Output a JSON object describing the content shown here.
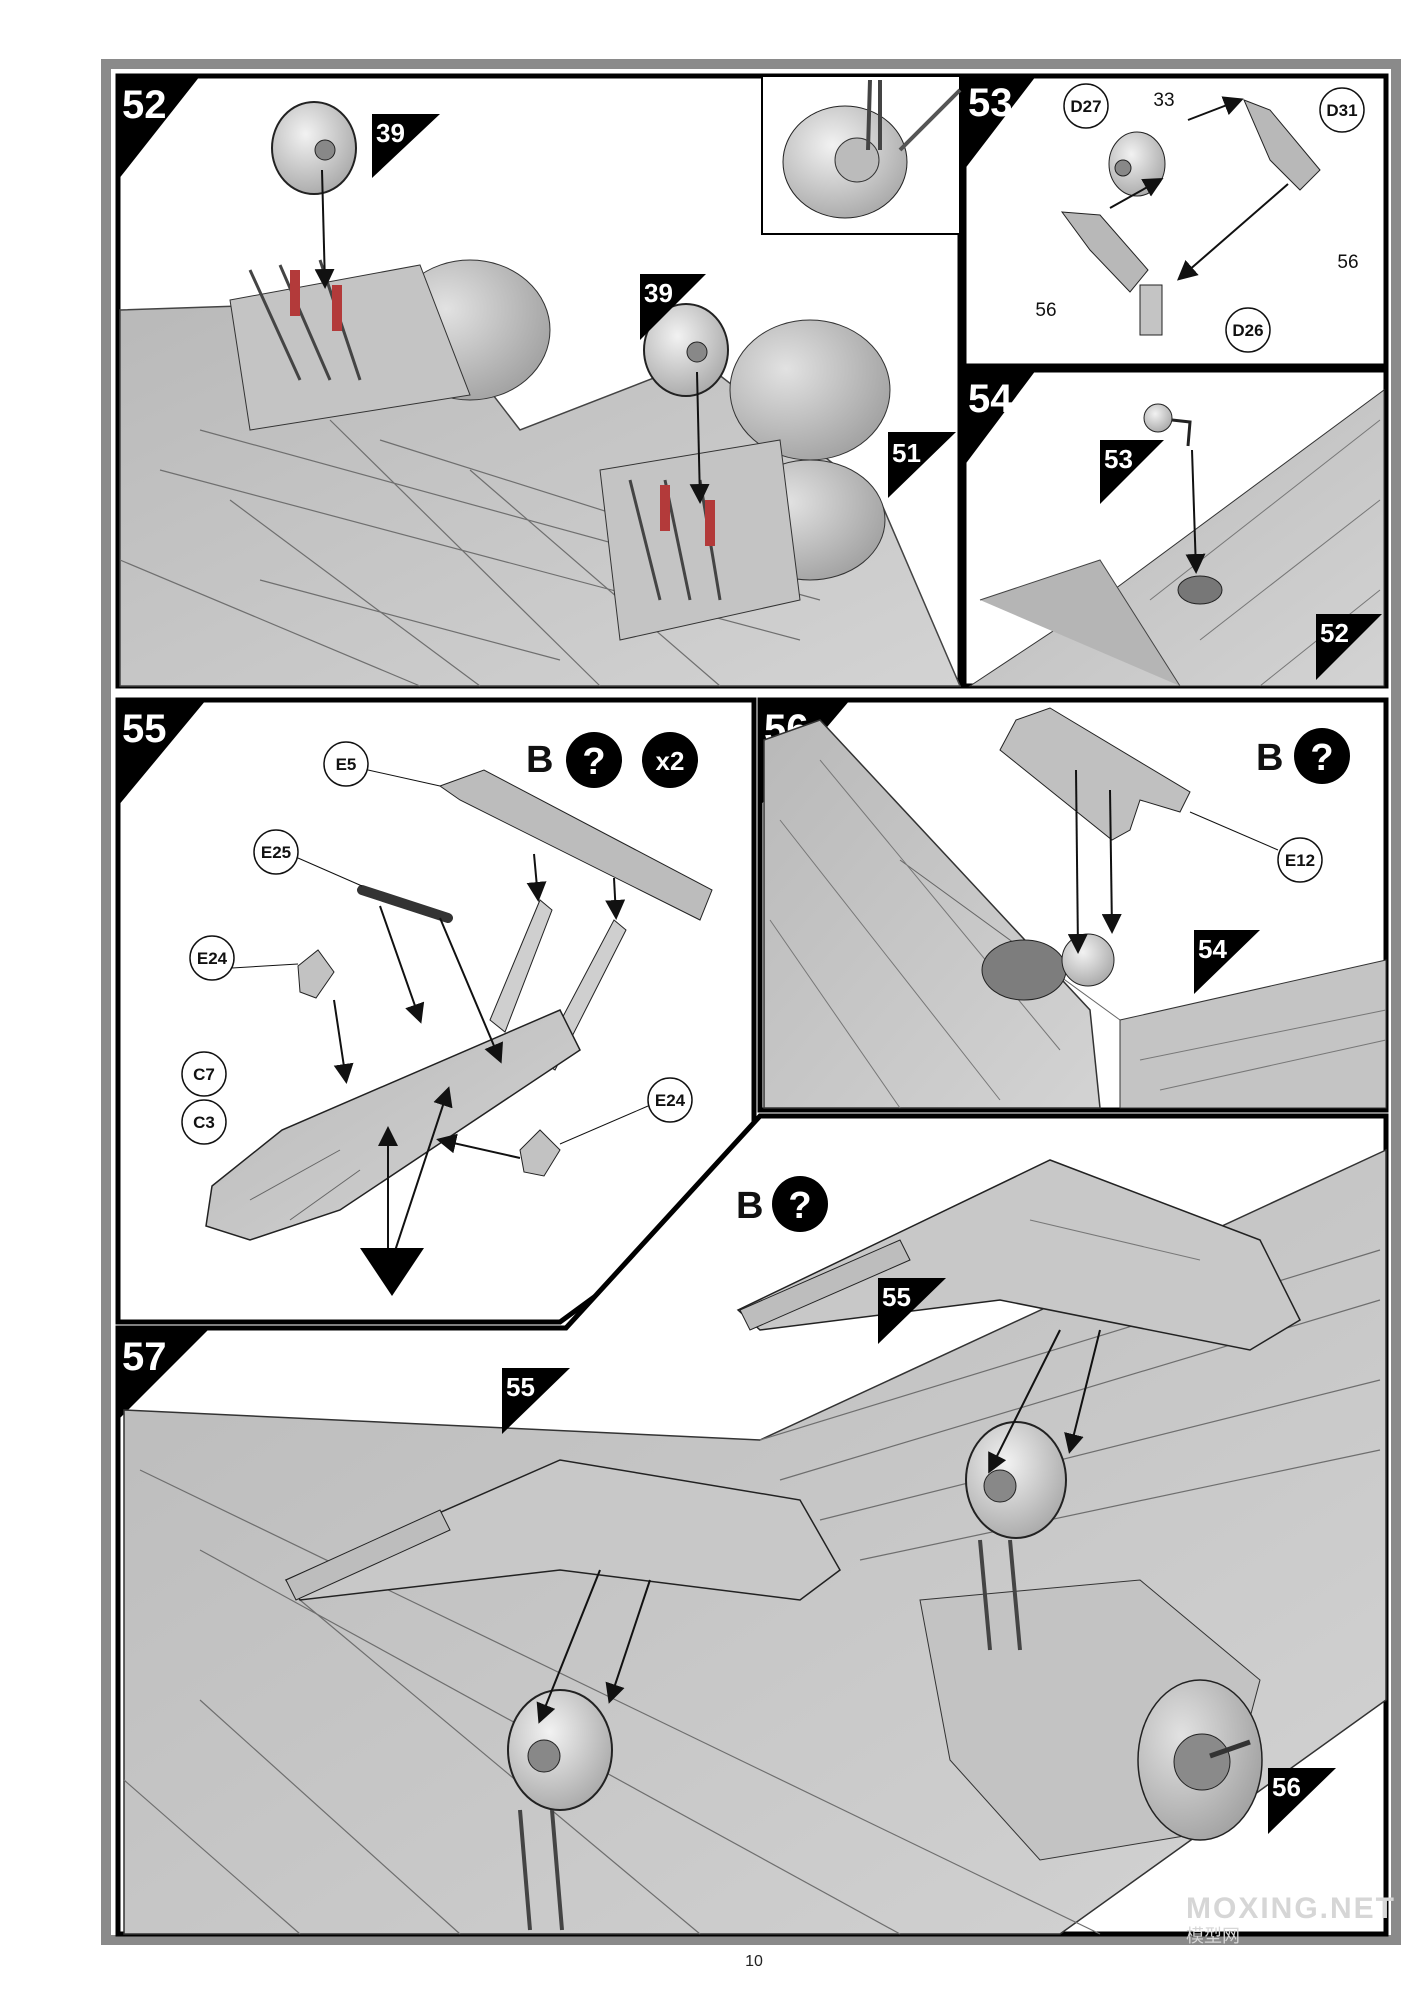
{
  "page": {
    "number": "10",
    "watermark": "MOXING.NET",
    "watermark_sub": "模型网"
  },
  "steps": {
    "s52": {
      "number": "52",
      "refs": [
        "39",
        "39",
        "51"
      ]
    },
    "s53": {
      "number": "53",
      "parts": [
        "D27",
        "D31",
        "D26"
      ],
      "numbers": [
        "33",
        "56",
        "56"
      ]
    },
    "s54": {
      "number": "54",
      "refs": [
        "53",
        "52"
      ]
    },
    "s55": {
      "number": "55",
      "paint": "B",
      "paint_symbol": "?",
      "qty": "x2",
      "parts": [
        "E5",
        "E25",
        "E24",
        "C7",
        "C3",
        "E24"
      ]
    },
    "s56": {
      "number": "56",
      "paint": "B",
      "paint_symbol": "?",
      "parts": [
        "E12"
      ],
      "refs": [
        "54"
      ]
    },
    "s57": {
      "number": "57",
      "paint": "B",
      "paint_symbol": "?",
      "refs": [
        "55",
        "55",
        "56"
      ]
    }
  },
  "colors": {
    "frame": "#8a8a8a",
    "panel": "#000000",
    "model": "#c9c9c9",
    "model_dark": "#9d9d9d",
    "strut_red": "#b33a3a"
  }
}
